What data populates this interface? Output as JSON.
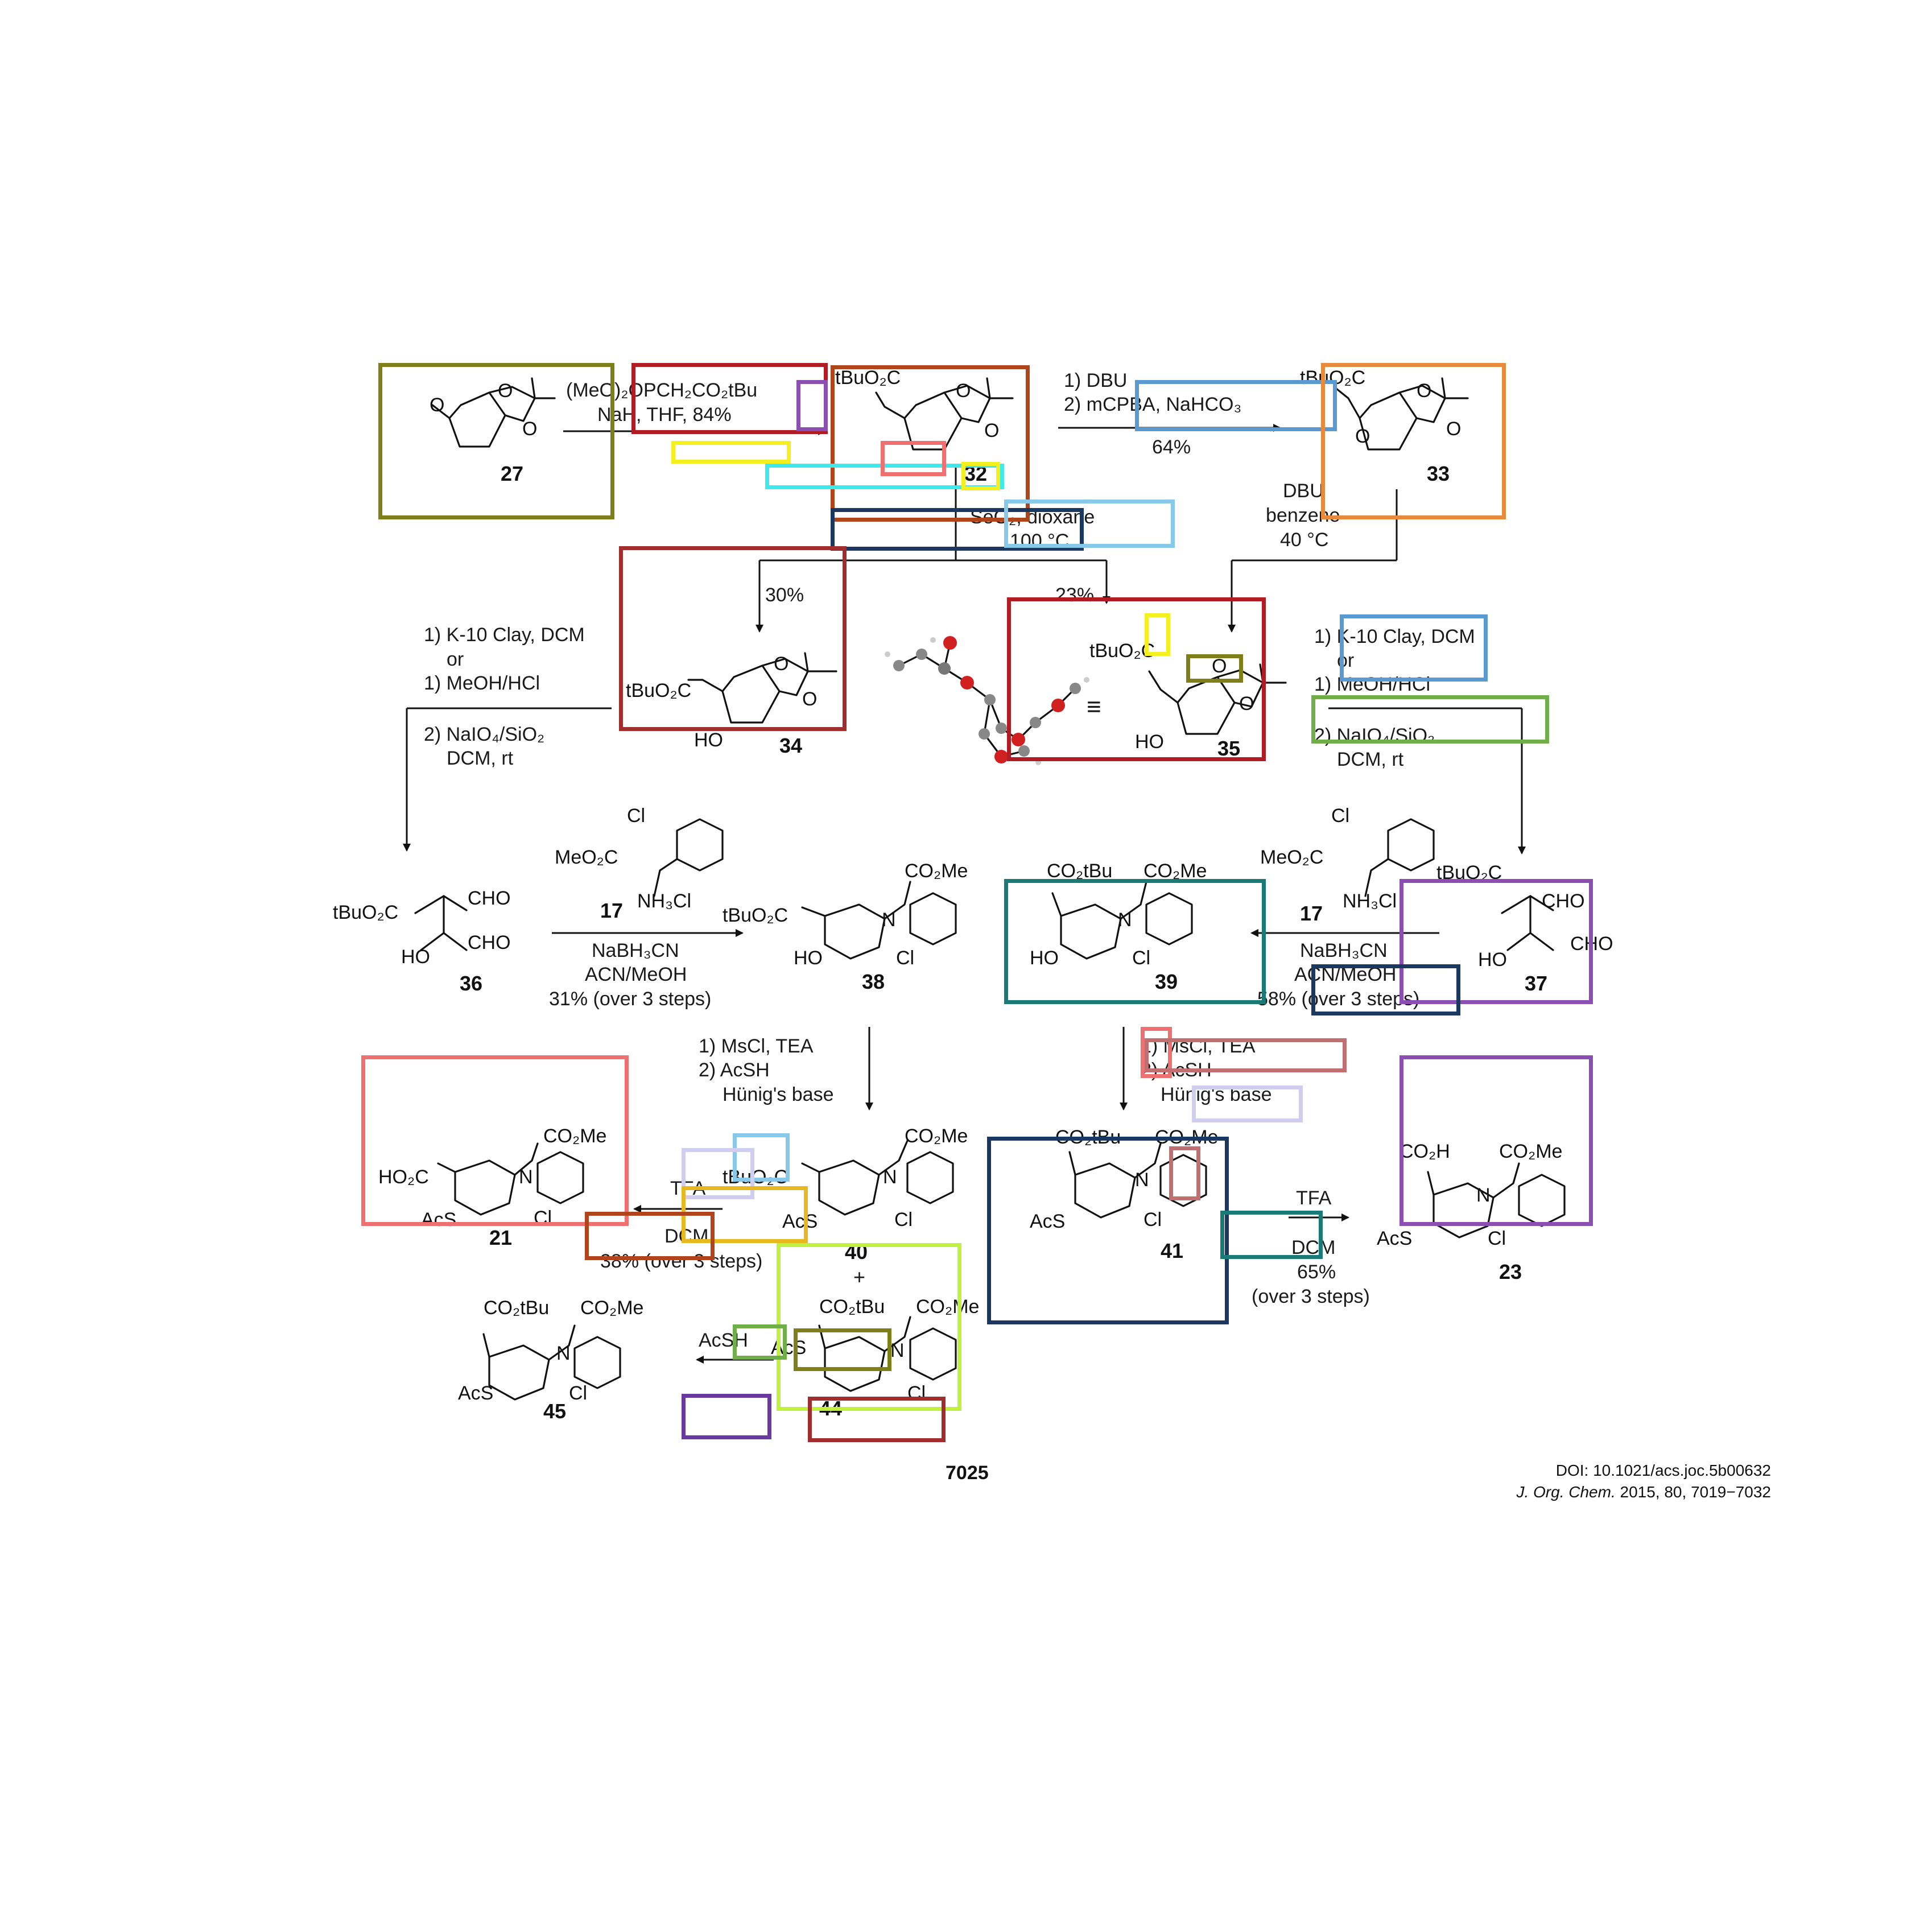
{
  "compounds": {
    "c27": "27",
    "c32": "32",
    "c33": "33",
    "c34": "34",
    "c35": "35",
    "c36": "36",
    "c37": "37",
    "c38": "38",
    "c39": "39",
    "c40": "40",
    "c41": "41",
    "c21": "21",
    "c23": "23",
    "c44": "44",
    "c45": "45",
    "c17a": "17",
    "c17b": "17",
    "plus": "+"
  },
  "conditions": {
    "r1_line1": "(MeO)₂OPCH₂CO₂tBu",
    "r1_line2": "NaH, THF, 84%",
    "r2_line1": "1) DBU",
    "r2_line2": "2) mCPBA, NaHCO₃",
    "r2_line3": "64%",
    "r3_line1": "SeO₂, dioxane",
    "r3_line2": "100 °C",
    "r3_y34": "30%",
    "r3_y35": "23%",
    "r4_line1": "DBU",
    "r4_line2": "benzene",
    "r4_line3": "40 °C",
    "r5_line1": "1) K-10 Clay, DCM",
    "r5_line2": "or",
    "r5_line3": "1) MeOH/HCl",
    "r5_line4": "2) NaIO₄/SiO₂",
    "r5_line5": "DCM, rt",
    "r6_line1": "1) K-10 Clay, DCM",
    "r6_line2": "or",
    "r6_line3": "1) MeOH/HCl",
    "r6_line4": "2) NaIO₄/SiO₂",
    "r6_line5": "DCM, rt",
    "r7_line1": "NaBH₃CN",
    "r7_line2": "ACN/MeOH",
    "r7_line3": "31% (over 3 steps)",
    "r8_line1": "NaBH₃CN",
    "r8_line2": "ACN/MeOH",
    "r8_line3": "58% (over 3 steps)",
    "r9_line1": "1) MsCl, TEA",
    "r9_line2": "2) AcSH",
    "r9_line3": "Hünig's base",
    "r10_line1": "1) MsCl, TEA",
    "r10_line2": "2) AcSH",
    "r10_line3": "Hünig's base",
    "r11_line1": "TFA",
    "r11_line2": "DCM",
    "r11_line3": "38% (over 3 steps)",
    "r12_line1": "TFA",
    "r12_line2": "DCM",
    "r12_line3": "65%",
    "r12_line4": "(over 3 steps)",
    "r13_line1": "AcSH"
  },
  "groups": {
    "g27_O": "O",
    "g27_O1": "O",
    "g27_O2": "O",
    "g32": "tBuO₂C",
    "g32_O1": "O",
    "g32_O2": "O",
    "g33": "tBuO₂C",
    "g33_O1": "O",
    "g33_O2": "O",
    "g33_O3": "O",
    "g34_ester": "tBuO₂C",
    "g34_HO": "HO",
    "g34_O1": "O",
    "g34_O2": "O",
    "g35_ester": "tBuO₂C",
    "g35_HO": "HO",
    "g35_O1": "O",
    "g35_O2": "O",
    "g36_ester": "tBuO₂C",
    "g36_cho1": "CHO",
    "g36_cho2": "CHO",
    "g36_HO": "HO",
    "g17a_cl": "Cl",
    "g17a_ester": "MeO₂C",
    "g17a_nh": "NH₃Cl",
    "g17b_cl": "Cl",
    "g17b_ester": "MeO₂C",
    "g17b_nh": "NH₃Cl",
    "g38_ester": "tBuO₂C",
    "g38_co2me": "CO₂Me",
    "g38_N": "N",
    "g38_HO": "HO",
    "g38_Cl": "Cl",
    "g39_co2tbu": "CO₂tBu",
    "g39_co2me": "CO₂Me",
    "g39_N": "N",
    "g39_HO": "HO",
    "g39_Cl": "Cl",
    "g37_ester": "tBuO₂C",
    "g37_cho1": "CHO",
    "g37_cho2": "CHO",
    "g37_HO": "HO",
    "g21_ester": "HO₂C",
    "g21_co2me": "CO₂Me",
    "g21_N": "N",
    "g21_AcS": "AcS",
    "g21_Cl": "Cl",
    "g40_ester": "tBuO₂C",
    "g40_co2me": "CO₂Me",
    "g40_N": "N",
    "g40_AcS": "AcS",
    "g40_Cl": "Cl",
    "g41_co2tbu": "CO₂tBu",
    "g41_co2me": "CO₂Me",
    "g41_N": "N",
    "g41_AcS": "AcS",
    "g41_Cl": "Cl",
    "g23_co2h": "CO₂H",
    "g23_co2me": "CO₂Me",
    "g23_N": "N",
    "g23_AcS": "AcS",
    "g23_Cl": "Cl",
    "g44_co2tbu": "CO₂tBu",
    "g44_co2me": "CO₂Me",
    "g44_N": "N",
    "g44_AcS": "AcS",
    "g44_Cl": "Cl",
    "g45_co2tbu": "CO₂tBu",
    "g45_co2me": "CO₂Me",
    "g45_N": "N",
    "g45_AcS": "AcS",
    "g45_Cl": "Cl"
  },
  "equivalence_symbol": "≡",
  "page": {
    "page_number": "7025",
    "doi": "DOI: 10.1021/acs.joc.5b00632",
    "journal": "J. Org. Chem.",
    "citation_rest": "2015, 80, 7019−7032"
  },
  "annotation_colors": {
    "olive": "#7f7f1a",
    "crimson": "#b01c24",
    "sienna": "#b0451c",
    "steel": "#5a9ad0",
    "orange": "#e88a3c",
    "purple": "#8a4fb0",
    "yellow": "#f4f020",
    "cyan": "#3fe8ea",
    "salmon": "#ee7070",
    "navy": "#1a3860",
    "skyblue": "#88c8e8",
    "brown": "#a12e2e",
    "green": "#70ae4a",
    "teal": "#1a7a78",
    "rose": "#c07070",
    "lavender": "#d0cdf0",
    "gold": "#e8b820",
    "lime": "#c0f040",
    "rust": "#b0441c",
    "deeppurple": "#6a3aa0",
    "darkred": "#a12e2e",
    "darkolive": "#7f7f1a"
  }
}
